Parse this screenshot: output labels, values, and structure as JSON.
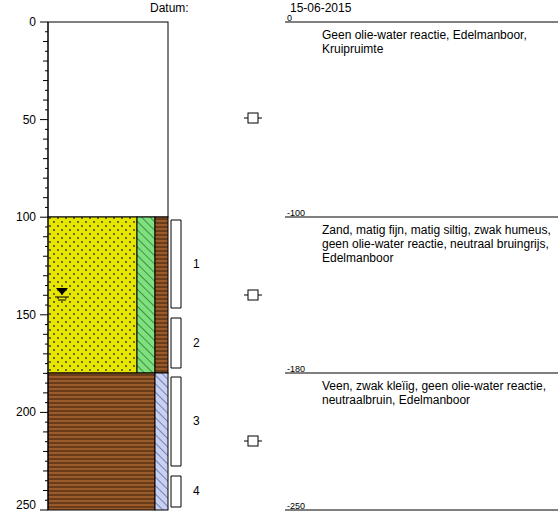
{
  "diagram": {
    "labels": [
      "Datum:",
      "15-06-2015",
      "0",
      "50",
      "100",
      "150",
      "200",
      "250",
      "0",
      "-100",
      "-180",
      "-250",
      "Geen olie-water reactie, Edelmanboor, Kruipruimte",
      "Zand, matig fijn, matig siltig, zwak humeus, geen olie-water reactie, neutraal bruingrijs, Edelmanboor",
      "Veen, zwak kleïig, geen olie-water reactie, neutraalbruin, Edelmanboor",
      "1",
      "2",
      "3",
      "4"
    ]
  }
}
